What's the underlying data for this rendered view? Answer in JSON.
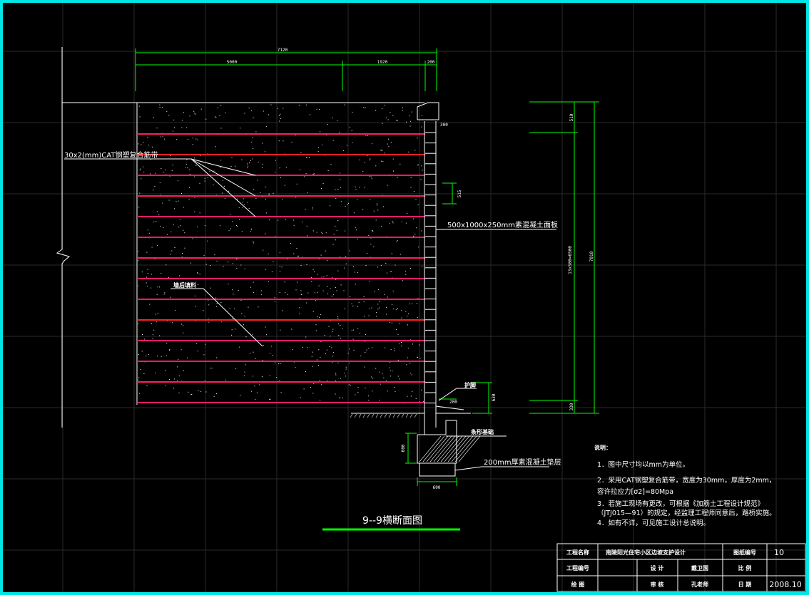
{
  "drawing": {
    "title": "9--9横断面图",
    "colors": {
      "frame": "#00e5e5",
      "dimension": "#00ff00",
      "reinforcement": "#ff1a6e",
      "wall": "#ffffff",
      "grid": "#2a2a2a",
      "title_underline": "#00ff00"
    },
    "dims_top": {
      "total": "7120",
      "left": "5000",
      "mid": "1920",
      "right": "200"
    },
    "dims_right": {
      "top": "510",
      "mid_text": "13x500=6500",
      "outer": "7010",
      "bottom": "330"
    },
    "dim_block": "515",
    "dim_step": "300",
    "dim_footing_h": "600",
    "dim_footing_w": "600",
    "dim_small": "630",
    "dim_step2": "200",
    "labels": {
      "strap": "30x2(mm)CAT钢塑复合筋带",
      "backfill": "墙后填料",
      "panel": "500x1000x250mm素混凝土面板",
      "guard": "护脚",
      "footing": "条形基础",
      "cushion": "200mm厚素混凝土垫层"
    }
  },
  "notes": {
    "heading": "说明：",
    "items": [
      "1．图中尺寸均以mm为单位。",
      "2．采用CAT钢塑复合筋带，宽度为30mm，厚度为2mm，",
      "   容许拉应力[σ2]=80Mpa",
      "3．若施工现场有更改，可根据《加筋土工程设计规范》",
      "   （JTJ015—91）的规定，经监理工程师同意后，路桥实施。",
      "4．如有不详，可见施工设计总说明。"
    ]
  },
  "title_block": {
    "project_name_label": "工程名称",
    "project_name_value": "南陵阳光住宅小区边坡支护设计",
    "drawing_no_label": "图纸编号",
    "drawing_no_value": "10",
    "project_no_label": "工程编号",
    "design_label": "设 计",
    "design_value": "戴卫国",
    "scale_label": "比 例",
    "scale_value": "",
    "draw_label": "绘 图",
    "review_label": "审 核",
    "review_value": "孔老师",
    "date_label": "日 期",
    "date_value": "2008.10"
  }
}
